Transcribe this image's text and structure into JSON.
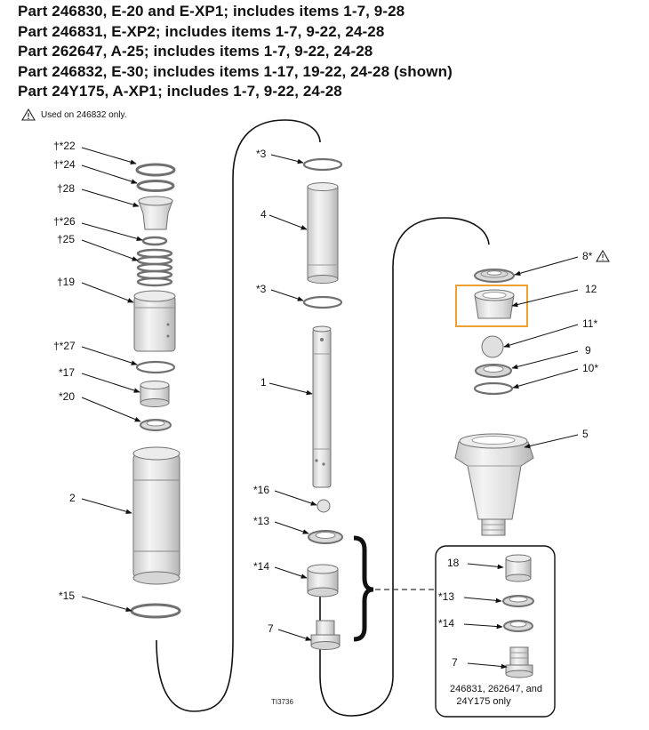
{
  "titles": [
    "Part 246830, E-20 and E-XP1; includes items 1-7, 9-28",
    "Part 246831, E-XP2; includes items 1-7, 9-22, 24-28",
    "Part 262647, A-25; includes items 1-7, 9-22, 24-28",
    "Part 246832, E-30; includes items 1-17, 19-22, 24-28 (shown)",
    "Part 24Y175, A-XP1; includes 1-7, 9-22, 24-28"
  ],
  "note": {
    "icon": "warning-triangle-icon",
    "text": "Used on 246832 only."
  },
  "labels": {
    "p22": "†*22",
    "p24": "†*24",
    "p28": "†28",
    "p26": "†*26",
    "p25": "†25",
    "p19": "†19",
    "p27": "†*27",
    "p17": "*17",
    "p20": "*20",
    "p2": "2",
    "p15": "*15",
    "p3a": "*3",
    "p4": "4",
    "p3b": "*3",
    "p1": "1",
    "p16": "*16",
    "p13": "*13",
    "p14": "*14",
    "p7": "7",
    "p8": "8*",
    "p12": "12",
    "p11": "11*",
    "p9": "9",
    "p10": "10*",
    "p5": "5",
    "b18": "18",
    "b13": "*13",
    "b14": "*14",
    "b7": "7"
  },
  "box_note_line1": "246831, 262647, and",
  "box_note_line2": "24Y175 only",
  "figure_id": "TI3736",
  "colors": {
    "highlight": "#f0a030",
    "part_fill": "#e6e6e6",
    "part_stroke": "#707070"
  }
}
